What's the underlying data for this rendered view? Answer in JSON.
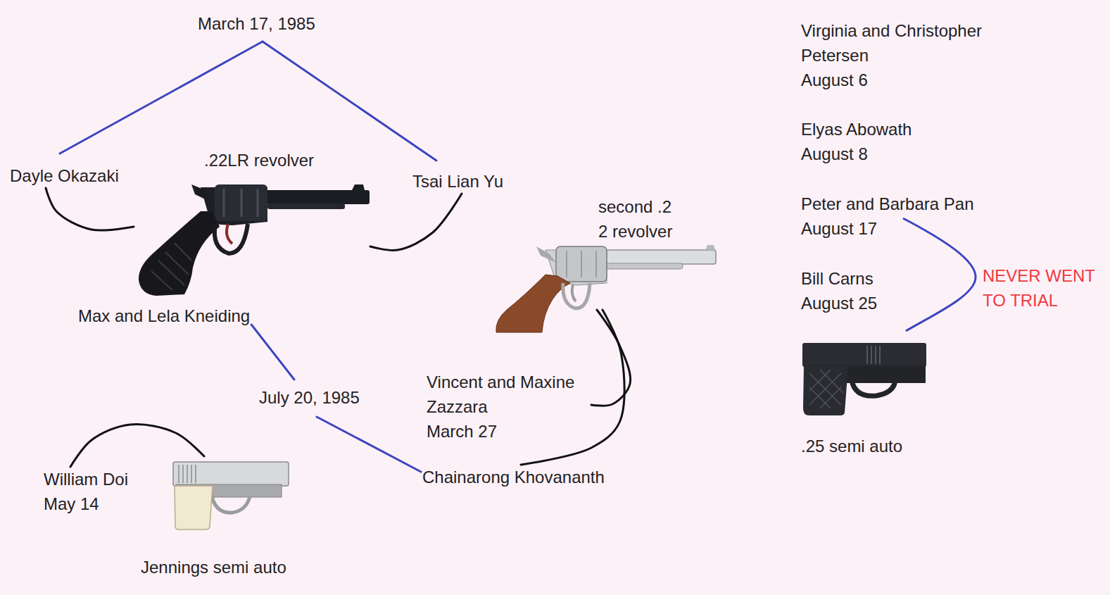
{
  "diagram": {
    "nodes": [
      {
        "text": [
          "March 17, 1985"
        ]
      },
      {
        "text": [
          "Dayle Okazaki"
        ]
      },
      {
        "text": [
          ".22LR revolver"
        ]
      },
      {
        "text": [
          "Tsai Lian Yu"
        ]
      },
      {
        "text": [
          "second .2 2 revolver"
        ]
      },
      {
        "text": [
          "Max and Lela Kneiding"
        ]
      },
      {
        "text": [
          "Vincent and Maxine Zazzara",
          "March 27"
        ]
      },
      {
        "text": [
          "July 20, 1985"
        ]
      },
      {
        "text": [
          "William Doi",
          "May 14"
        ]
      },
      {
        "text": [
          "Chainarong Khovananth"
        ]
      },
      {
        "text": [
          "Jennings semi auto"
        ]
      }
    ],
    "edges": [
      {
        "from": 0,
        "to": 1,
        "arrow": "none"
      },
      {
        "from": 0,
        "to": 3,
        "arrow": "none"
      },
      {
        "from": 1,
        "to": 2,
        "arrow": "none"
      },
      {
        "from": 3,
        "to": 2,
        "arrow": "none"
      },
      {
        "from": 5,
        "to": 7,
        "arrow": "none"
      },
      {
        "from": 7,
        "to": 9,
        "arrow": "none"
      },
      {
        "from": 8,
        "to": 10,
        "arrow": "none"
      },
      {
        "from": 4,
        "to": 6,
        "arrow": "none"
      },
      {
        "from": 4,
        "to": 9,
        "arrow": "none"
      }
    ],
    "labels": [
      "Virginia and Christopher Petersen",
      "August 6",
      "Elyas Abowath",
      "August 8",
      "Peter and Barbara Pan",
      "August 17",
      "Bill Carns",
      "August 25",
      "NEVER WENT TO TRIAL",
      ".25 semi auto"
    ]
  }
}
